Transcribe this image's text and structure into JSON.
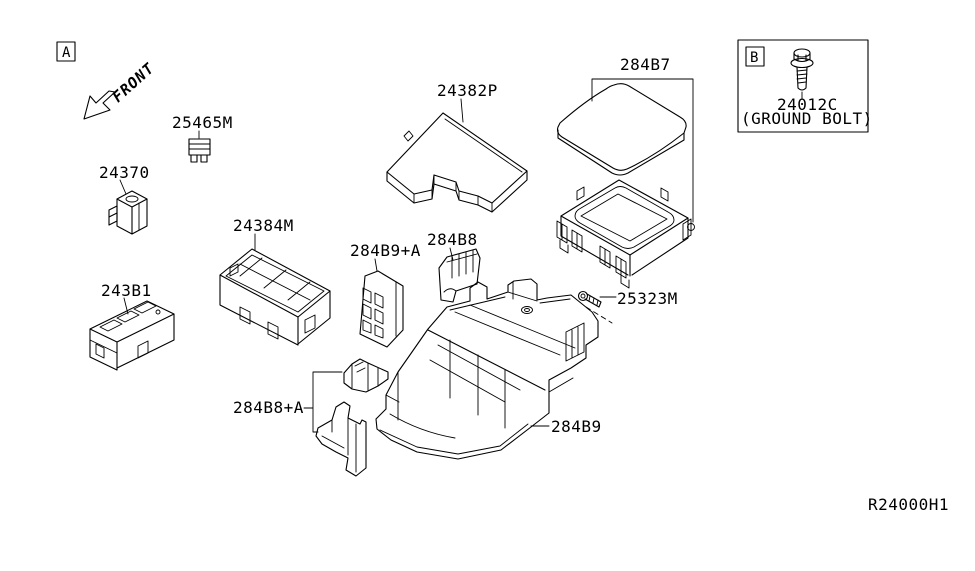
{
  "colors": {
    "background": "#ffffff",
    "line": "#000000",
    "text": "#000000"
  },
  "markers": {
    "section_a": "A",
    "section_b": "B",
    "front": "FRONT"
  },
  "parts": {
    "p24370": "24370",
    "p25465m": "25465M",
    "p243b1": "243B1",
    "p24384m": "24384M",
    "p24382p": "24382P",
    "p284b7": "284B7",
    "p284b9_a": "284B9+A",
    "p284b8": "284B8",
    "p25323m": "25323M",
    "p284b8_a": "284B8+A",
    "p284b9": "284B9",
    "p24012c": "24012C"
  },
  "inset_b": {
    "marker": "B",
    "part": "24012C",
    "note": "(GROUND BOLT)"
  },
  "reference_code": "R24000H1"
}
